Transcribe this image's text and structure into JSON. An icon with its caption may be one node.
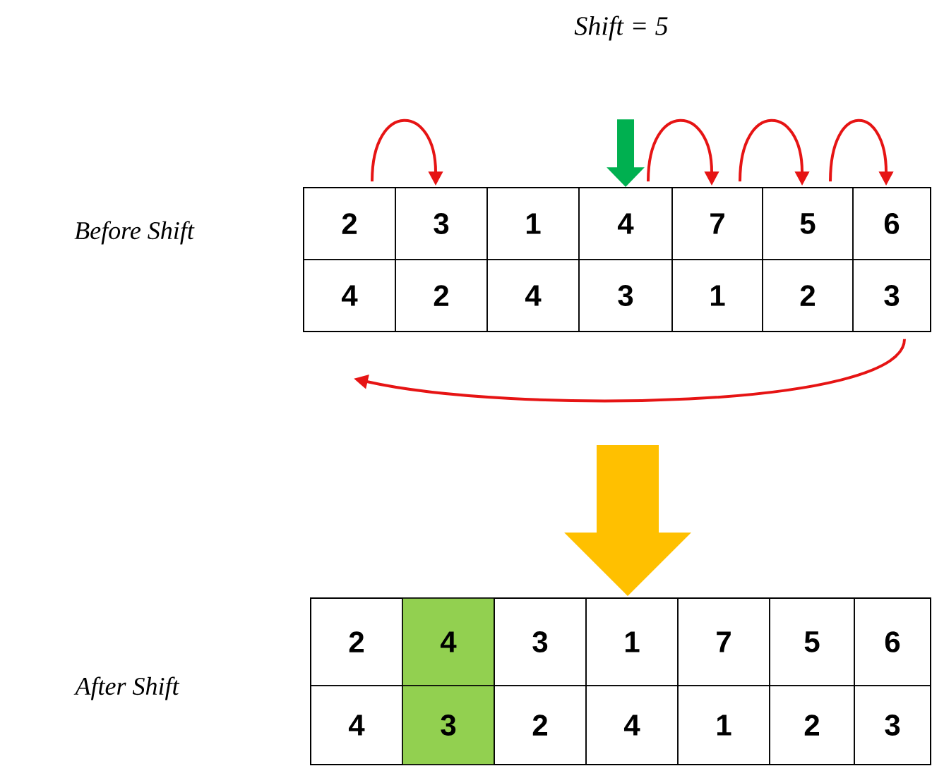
{
  "diagram": {
    "nodes": [
      {
        "text": [],
        "shape": "box"
      },
      {
        "text": [
          "2"
        ],
        "in": 0
      },
      {
        "text": [
          "3"
        ],
        "in": 0
      },
      {
        "text": [
          "1"
        ],
        "in": 0
      },
      {
        "text": [
          "4"
        ],
        "in": 0
      },
      {
        "text": [
          "7"
        ],
        "in": 0
      },
      {
        "text": [
          "5"
        ],
        "in": 0
      },
      {
        "text": [
          "6"
        ],
        "in": 0
      },
      {
        "text": [
          "4"
        ],
        "in": 0
      },
      {
        "text": [
          "2"
        ],
        "in": 0
      },
      {
        "text": [
          "4"
        ],
        "in": 0
      },
      {
        "text": [
          "3"
        ],
        "in": 0
      },
      {
        "text": [
          "1"
        ],
        "in": 0
      },
      {
        "text": [
          "2"
        ],
        "in": 0
      },
      {
        "text": [
          "3"
        ],
        "in": 0
      },
      {
        "text": [],
        "shape": "box"
      },
      {
        "text": [
          "2"
        ],
        "in": 15
      },
      {
        "text": [
          "4"
        ],
        "in": 15
      },
      {
        "text": [
          "3"
        ],
        "in": 15
      },
      {
        "text": [
          "1"
        ],
        "in": 15
      },
      {
        "text": [
          "7"
        ],
        "in": 15
      },
      {
        "text": [
          "5"
        ],
        "in": 15
      },
      {
        "text": [
          "6"
        ],
        "in": 15
      },
      {
        "text": [
          "4"
        ],
        "in": 15
      },
      {
        "text": [
          "3"
        ],
        "in": 15
      },
      {
        "text": [
          "2"
        ],
        "in": 15
      },
      {
        "text": [
          "4"
        ],
        "in": 15
      },
      {
        "text": [
          "1"
        ],
        "in": 15
      },
      {
        "text": [
          "2"
        ],
        "in": 15
      },
      {
        "text": [
          "3"
        ],
        "in": 15
      }
    ],
    "edges": [
      {
        "from": 1,
        "to": 2,
        "arrow": "to"
      },
      {
        "from": 4,
        "to": 5,
        "arrow": "to"
      },
      {
        "from": 5,
        "to": 6,
        "arrow": "to"
      },
      {
        "from": 6,
        "to": 7,
        "arrow": "to"
      },
      {
        "from": 14,
        "to": 8,
        "arrow": "to"
      },
      {
        "from": null,
        "to": 4,
        "arrow": "to",
        "style": "thick",
        "color": "#00b050"
      },
      {
        "from": null,
        "to": 15,
        "arrow": "to",
        "style": "thick",
        "color": "#ffc000"
      }
    ],
    "labels": [
      "*Shift* = 5",
      "Before Shift",
      "After Shift"
    ]
  }
}
